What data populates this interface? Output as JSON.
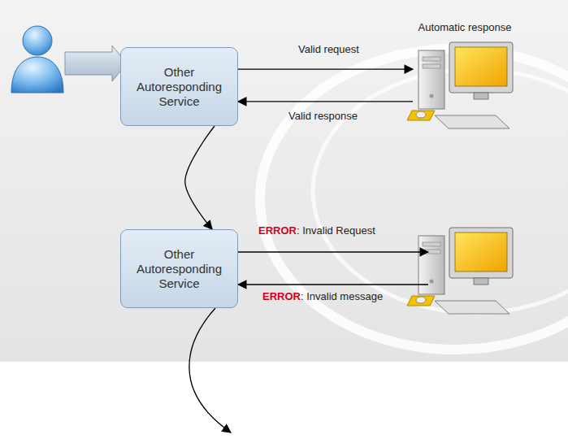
{
  "diagram": {
    "nodes": [
      {
        "text": [
          "Other Autoresponding Service"
        ]
      },
      {
        "text": [
          "Automatic response"
        ]
      },
      {
        "text": [
          "Other Autoresponding Service"
        ]
      }
    ],
    "edges": [
      {
        "from": 0,
        "to": 1,
        "arrow": "to",
        "label": "Valid request"
      },
      {
        "from": 1,
        "to": 0,
        "arrow": "to",
        "label": "Valid response"
      },
      {
        "from": 0,
        "to": 2,
        "arrow": "to"
      }
    ],
    "labels": [
      "ERROR",
      ": Invalid Request",
      "ERROR",
      ": Invalid message"
    ]
  }
}
